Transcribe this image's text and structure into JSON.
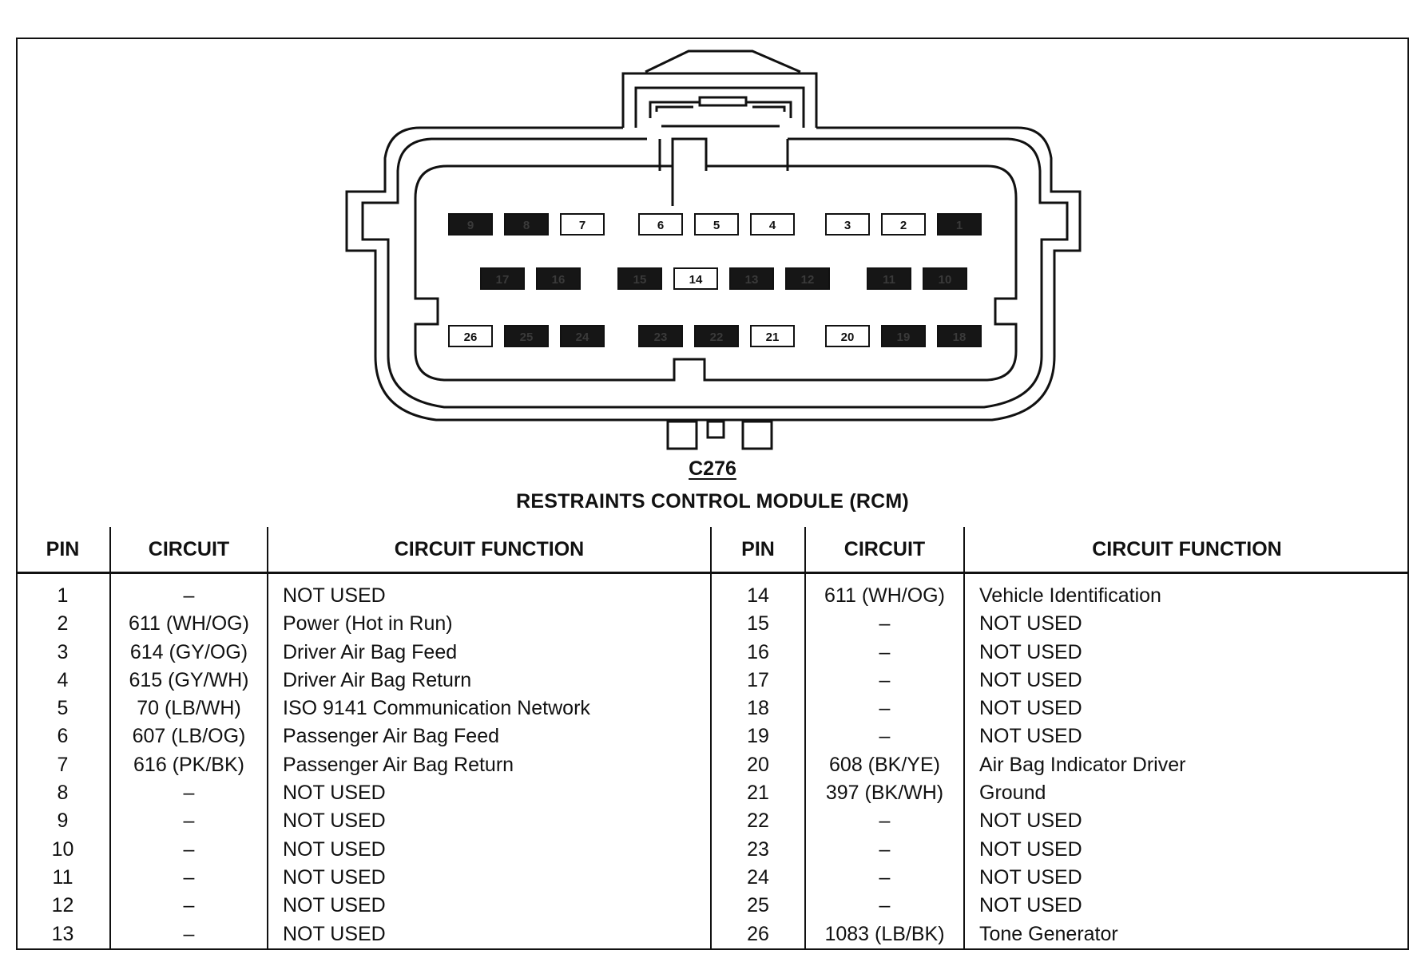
{
  "connector": {
    "id": "C276",
    "name": "RESTRAINTS CONTROL MODULE (RCM)",
    "cavities": [
      {
        "row": 1,
        "pin": "9",
        "filled": true
      },
      {
        "row": 1,
        "pin": "8",
        "filled": true
      },
      {
        "row": 1,
        "pin": "7",
        "filled": false
      },
      {
        "row": 1,
        "pin": "6",
        "filled": false
      },
      {
        "row": 1,
        "pin": "5",
        "filled": false
      },
      {
        "row": 1,
        "pin": "4",
        "filled": false
      },
      {
        "row": 1,
        "pin": "3",
        "filled": false
      },
      {
        "row": 1,
        "pin": "2",
        "filled": false
      },
      {
        "row": 1,
        "pin": "1",
        "filled": true
      },
      {
        "row": 2,
        "pin": "17",
        "filled": true
      },
      {
        "row": 2,
        "pin": "16",
        "filled": true
      },
      {
        "row": 2,
        "pin": "15",
        "filled": true
      },
      {
        "row": 2,
        "pin": "14",
        "filled": false
      },
      {
        "row": 2,
        "pin": "13",
        "filled": true
      },
      {
        "row": 2,
        "pin": "12",
        "filled": true
      },
      {
        "row": 2,
        "pin": "11",
        "filled": true
      },
      {
        "row": 2,
        "pin": "10",
        "filled": true
      },
      {
        "row": 3,
        "pin": "26",
        "filled": false
      },
      {
        "row": 3,
        "pin": "25",
        "filled": true
      },
      {
        "row": 3,
        "pin": "24",
        "filled": true
      },
      {
        "row": 3,
        "pin": "23",
        "filled": true
      },
      {
        "row": 3,
        "pin": "22",
        "filled": true
      },
      {
        "row": 3,
        "pin": "21",
        "filled": false
      },
      {
        "row": 3,
        "pin": "20",
        "filled": false
      },
      {
        "row": 3,
        "pin": "19",
        "filled": true
      },
      {
        "row": 3,
        "pin": "18",
        "filled": true
      }
    ]
  },
  "table": {
    "headers": [
      "PIN",
      "CIRCUIT",
      "CIRCUIT FUNCTION",
      "PIN",
      "CIRCUIT",
      "CIRCUIT FUNCTION"
    ],
    "left_rows": [
      {
        "pin": "1",
        "circuit": "–",
        "function": "NOT USED"
      },
      {
        "pin": "2",
        "circuit": "611 (WH/OG)",
        "function": "Power (Hot in Run)"
      },
      {
        "pin": "3",
        "circuit": "614 (GY/OG)",
        "function": "Driver Air Bag Feed"
      },
      {
        "pin": "4",
        "circuit": "615 (GY/WH)",
        "function": "Driver Air Bag Return"
      },
      {
        "pin": "5",
        "circuit": "70 (LB/WH)",
        "function": "ISO 9141 Communication Network"
      },
      {
        "pin": "6",
        "circuit": "607 (LB/OG)",
        "function": "Passenger Air Bag Feed"
      },
      {
        "pin": "7",
        "circuit": "616 (PK/BK)",
        "function": "Passenger Air Bag Return"
      },
      {
        "pin": "8",
        "circuit": "–",
        "function": "NOT USED"
      },
      {
        "pin": "9",
        "circuit": "–",
        "function": "NOT USED"
      },
      {
        "pin": "10",
        "circuit": "–",
        "function": "NOT USED"
      },
      {
        "pin": "11",
        "circuit": "–",
        "function": "NOT USED"
      },
      {
        "pin": "12",
        "circuit": "–",
        "function": "NOT USED"
      },
      {
        "pin": "13",
        "circuit": "–",
        "function": "NOT USED"
      }
    ],
    "right_rows": [
      {
        "pin": "14",
        "circuit": "611 (WH/OG)",
        "function": "Vehicle Identification"
      },
      {
        "pin": "15",
        "circuit": "–",
        "function": "NOT USED"
      },
      {
        "pin": "16",
        "circuit": "–",
        "function": "NOT USED"
      },
      {
        "pin": "17",
        "circuit": "–",
        "function": "NOT USED"
      },
      {
        "pin": "18",
        "circuit": "–",
        "function": "NOT USED"
      },
      {
        "pin": "19",
        "circuit": "–",
        "function": "NOT USED"
      },
      {
        "pin": "20",
        "circuit": "608 (BK/YE)",
        "function": "Air Bag Indicator Driver"
      },
      {
        "pin": "21",
        "circuit": "397 (BK/WH)",
        "function": "Ground"
      },
      {
        "pin": "22",
        "circuit": "–",
        "function": "NOT USED"
      },
      {
        "pin": "23",
        "circuit": "–",
        "function": "NOT USED"
      },
      {
        "pin": "24",
        "circuit": "–",
        "function": "NOT USED"
      },
      {
        "pin": "25",
        "circuit": "–",
        "function": "NOT USED"
      },
      {
        "pin": "26",
        "circuit": "1083 (LB/BK)",
        "function": "Tone Generator"
      }
    ]
  }
}
